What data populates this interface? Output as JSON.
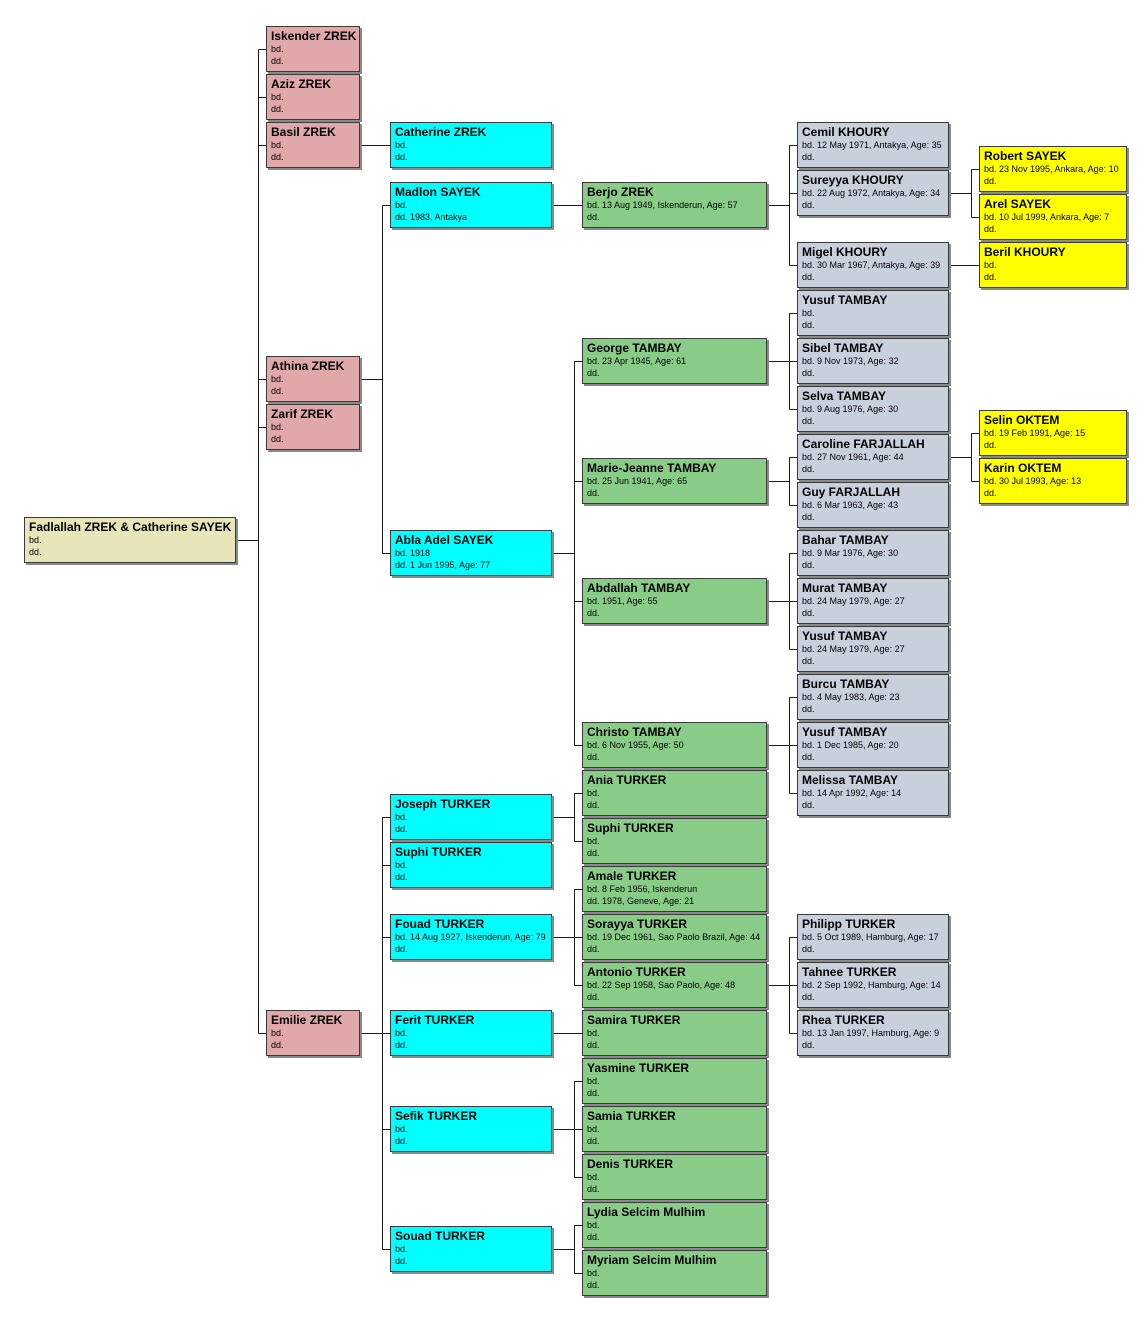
{
  "colors": {
    "root": "#e8e6b8",
    "level1": "#e0a8a8",
    "level2": "#00ffff",
    "level3": "#88cc88",
    "level4": "#c8d0dc",
    "level5": "#ffff00",
    "connector": "#1a1a1a"
  },
  "persons": [
    {
      "id": "root",
      "name": "Fadlallah ZREK & Catherine SAYEK",
      "bd": "bd.",
      "dd": "dd.",
      "level": 0
    },
    {
      "id": "iskender",
      "name": "Iskender ZREK",
      "bd": "bd.",
      "dd": "dd.",
      "level": 1,
      "parent": "root"
    },
    {
      "id": "aziz",
      "name": "Aziz ZREK",
      "bd": "bd.",
      "dd": "dd.",
      "level": 1,
      "parent": "root"
    },
    {
      "id": "basil",
      "name": "Basil ZREK",
      "bd": "bd.",
      "dd": "dd.",
      "level": 1,
      "parent": "root"
    },
    {
      "id": "athina",
      "name": "Athina ZREK",
      "bd": "bd.",
      "dd": "dd.",
      "level": 1,
      "parent": "root"
    },
    {
      "id": "zarif",
      "name": "Zarif ZREK",
      "bd": "bd.",
      "dd": "dd.",
      "level": 1,
      "parent": "root"
    },
    {
      "id": "emilie",
      "name": "Emilie ZREK",
      "bd": "bd.",
      "dd": "dd.",
      "level": 1,
      "parent": "root"
    },
    {
      "id": "catherinez",
      "name": "Catherine ZREK",
      "bd": "bd.",
      "dd": "dd.",
      "level": 2,
      "parent": "basil"
    },
    {
      "id": "madlon",
      "name": "Madlon SAYEK",
      "bd": "bd.",
      "dd": "dd. 1983, Antakya",
      "level": 2,
      "parent": "athina"
    },
    {
      "id": "abla",
      "name": "Abla Adel SAYEK",
      "bd": "bd. 1918",
      "dd": "dd. 1 Jun 1995, Age: 77",
      "level": 2,
      "parent": "athina"
    },
    {
      "id": "joseph",
      "name": "Joseph TURKER",
      "bd": "bd.",
      "dd": "dd.",
      "level": 2,
      "parent": "emilie"
    },
    {
      "id": "suphi2",
      "name": "Suphi TURKER",
      "bd": "bd.",
      "dd": "dd.",
      "level": 2,
      "parent": "emilie"
    },
    {
      "id": "fouad",
      "name": "Fouad TURKER",
      "bd": "bd. 14 Aug 1927, Iskenderun, Age: 79",
      "dd": "dd.",
      "level": 2,
      "parent": "emilie"
    },
    {
      "id": "ferit",
      "name": "Ferit TURKER",
      "bd": "bd.",
      "dd": "dd.",
      "level": 2,
      "parent": "emilie"
    },
    {
      "id": "sefik",
      "name": "Sefik TURKER",
      "bd": "bd.",
      "dd": "dd.",
      "level": 2,
      "parent": "emilie"
    },
    {
      "id": "souad",
      "name": "Souad TURKER",
      "bd": "bd.",
      "dd": "dd.",
      "level": 2,
      "parent": "emilie"
    },
    {
      "id": "berjo",
      "name": "Berjo ZREK",
      "bd": "bd. 13 Aug 1949, Iskenderun, Age: 57",
      "dd": "dd.",
      "level": 3,
      "parent": "madlon"
    },
    {
      "id": "george",
      "name": "George TAMBAY",
      "bd": "bd. 23 Apr 1945, Age: 61",
      "dd": "dd.",
      "level": 3,
      "parent": "abla"
    },
    {
      "id": "mariej",
      "name": "Marie-Jeanne TAMBAY",
      "bd": "bd. 25 Jun 1941, Age: 65",
      "dd": "dd.",
      "level": 3,
      "parent": "abla"
    },
    {
      "id": "abdallah",
      "name": "Abdallah TAMBAY",
      "bd": "bd. 1951, Age: 55",
      "dd": "dd.",
      "level": 3,
      "parent": "abla"
    },
    {
      "id": "christo",
      "name": "Christo TAMBAY",
      "bd": "bd. 6 Nov 1955, Age: 50",
      "dd": "dd.",
      "level": 3,
      "parent": "abla"
    },
    {
      "id": "ania",
      "name": "Ania TURKER",
      "bd": "bd.",
      "dd": "dd.",
      "level": 3,
      "parent": "joseph"
    },
    {
      "id": "suphi3",
      "name": "Suphi TURKER",
      "bd": "bd.",
      "dd": "dd.",
      "level": 3,
      "parent": "joseph"
    },
    {
      "id": "amale",
      "name": "Amale TURKER",
      "bd": "bd. 8 Feb 1956, Iskenderun",
      "dd": "dd. 1978, Geneve, Age: 21",
      "level": 3,
      "parent": "fouad"
    },
    {
      "id": "sorayya",
      "name": "Sorayya TURKER",
      "bd": "bd. 19 Dec 1961, Sao Paolo Brazil, Age: 44",
      "dd": "dd.",
      "level": 3,
      "parent": "fouad"
    },
    {
      "id": "antonio",
      "name": "Antonio TURKER",
      "bd": "bd. 22 Sep 1958, Sao Paolo, Age: 48",
      "dd": "dd.",
      "level": 3,
      "parent": "fouad"
    },
    {
      "id": "samira",
      "name": "Samira TURKER",
      "bd": "bd.",
      "dd": "dd.",
      "level": 3,
      "parent": "ferit"
    },
    {
      "id": "yasmine",
      "name": "Yasmine TURKER",
      "bd": "bd.",
      "dd": "dd.",
      "level": 3,
      "parent": "sefik"
    },
    {
      "id": "samia",
      "name": "Samia TURKER",
      "bd": "bd.",
      "dd": "dd.",
      "level": 3,
      "parent": "sefik"
    },
    {
      "id": "denis",
      "name": "Denis TURKER",
      "bd": "bd.",
      "dd": "dd.",
      "level": 3,
      "parent": "sefik"
    },
    {
      "id": "lydia",
      "name": "Lydia Selcim Mulhim",
      "bd": "bd.",
      "dd": "dd.",
      "level": 3,
      "parent": "souad"
    },
    {
      "id": "myriam",
      "name": "Myriam Selcim Mulhim",
      "bd": "bd.",
      "dd": "dd.",
      "level": 3,
      "parent": "souad"
    },
    {
      "id": "cemil",
      "name": "Cemil KHOURY",
      "bd": "bd. 12 May 1971, Antakya, Age: 35",
      "dd": "dd.",
      "level": 4,
      "parent": "berjo"
    },
    {
      "id": "sureyya",
      "name": "Sureyya KHOURY",
      "bd": "bd. 22 Aug 1972, Antakya, Age: 34",
      "dd": "dd.",
      "level": 4,
      "parent": "berjo"
    },
    {
      "id": "migel",
      "name": "Migel KHOURY",
      "bd": "bd. 30 Mar 1967, Antakya, Age: 39",
      "dd": "dd.",
      "level": 4,
      "parent": "berjo"
    },
    {
      "id": "yusuf1",
      "name": "Yusuf TAMBAY",
      "bd": "bd.",
      "dd": "dd.",
      "level": 4,
      "parent": "george"
    },
    {
      "id": "sibel",
      "name": "Sibel TAMBAY",
      "bd": "bd. 9 Nov 1973, Age: 32",
      "dd": "dd.",
      "level": 4,
      "parent": "george"
    },
    {
      "id": "selva",
      "name": "Selva TAMBAY",
      "bd": "bd. 9 Aug 1976, Age: 30",
      "dd": "dd.",
      "level": 4,
      "parent": "george"
    },
    {
      "id": "caroline",
      "name": "Caroline FARJALLAH",
      "bd": "bd. 27 Nov 1961, Age: 44",
      "dd": "dd.",
      "level": 4,
      "parent": "mariej"
    },
    {
      "id": "guy",
      "name": "Guy FARJALLAH",
      "bd": "bd. 6 Mar 1963, Age: 43",
      "dd": "dd.",
      "level": 4,
      "parent": "mariej"
    },
    {
      "id": "bahar",
      "name": "Bahar TAMBAY",
      "bd": "bd. 9 Mar 1976, Age: 30",
      "dd": "dd.",
      "level": 4,
      "parent": "abdallah"
    },
    {
      "id": "murat",
      "name": "Murat TAMBAY",
      "bd": "bd. 24 May 1979, Age: 27",
      "dd": "dd.",
      "level": 4,
      "parent": "abdallah"
    },
    {
      "id": "yusuf2",
      "name": "Yusuf TAMBAY",
      "bd": "bd. 24 May 1979, Age: 27",
      "dd": "dd.",
      "level": 4,
      "parent": "abdallah"
    },
    {
      "id": "burcu",
      "name": "Burcu TAMBAY",
      "bd": "bd. 4 May 1983, Age: 23",
      "dd": "dd.",
      "level": 4,
      "parent": "christo"
    },
    {
      "id": "yusuf3",
      "name": "Yusuf TAMBAY",
      "bd": "bd. 1 Dec 1985, Age: 20",
      "dd": "dd.",
      "level": 4,
      "parent": "christo"
    },
    {
      "id": "melissa",
      "name": "Melissa TAMBAY",
      "bd": "bd. 14 Apr 1992, Age: 14",
      "dd": "dd.",
      "level": 4,
      "parent": "christo"
    },
    {
      "id": "philipp",
      "name": "Philipp TURKER",
      "bd": "bd. 5 Oct 1989, Hamburg, Age: 17",
      "dd": "dd.",
      "level": 4,
      "parent": "antonio"
    },
    {
      "id": "tahnee",
      "name": "Tahnee TURKER",
      "bd": "bd. 2 Sep 1992, Hamburg, Age: 14",
      "dd": "dd.",
      "level": 4,
      "parent": "antonio"
    },
    {
      "id": "rhea",
      "name": "Rhea TURKER",
      "bd": "bd. 13 Jan 1997, Hamburg, Age: 9",
      "dd": "dd.",
      "level": 4,
      "parent": "antonio"
    },
    {
      "id": "robert",
      "name": "Robert SAYEK",
      "bd": "bd. 23 Nov 1995, Ankara, Age: 10",
      "dd": "dd.",
      "level": 5,
      "parent": "sureyya"
    },
    {
      "id": "arel",
      "name": "Arel SAYEK",
      "bd": "bd. 10 Jul 1999, Ankara, Age: 7",
      "dd": "dd.",
      "level": 5,
      "parent": "sureyya"
    },
    {
      "id": "beril",
      "name": "Beril KHOURY",
      "bd": "bd.",
      "dd": "dd.",
      "level": 5,
      "parent": "migel"
    },
    {
      "id": "selin",
      "name": "Selin OKTEM",
      "bd": "bd. 19 Feb 1991, Age: 15",
      "dd": "dd.",
      "level": 5,
      "parent": "caroline"
    },
    {
      "id": "karin",
      "name": "Karin OKTEM",
      "bd": "bd. 30 Jul 1993, Age: 13",
      "dd": "dd.",
      "level": 5,
      "parent": "caroline"
    }
  ]
}
